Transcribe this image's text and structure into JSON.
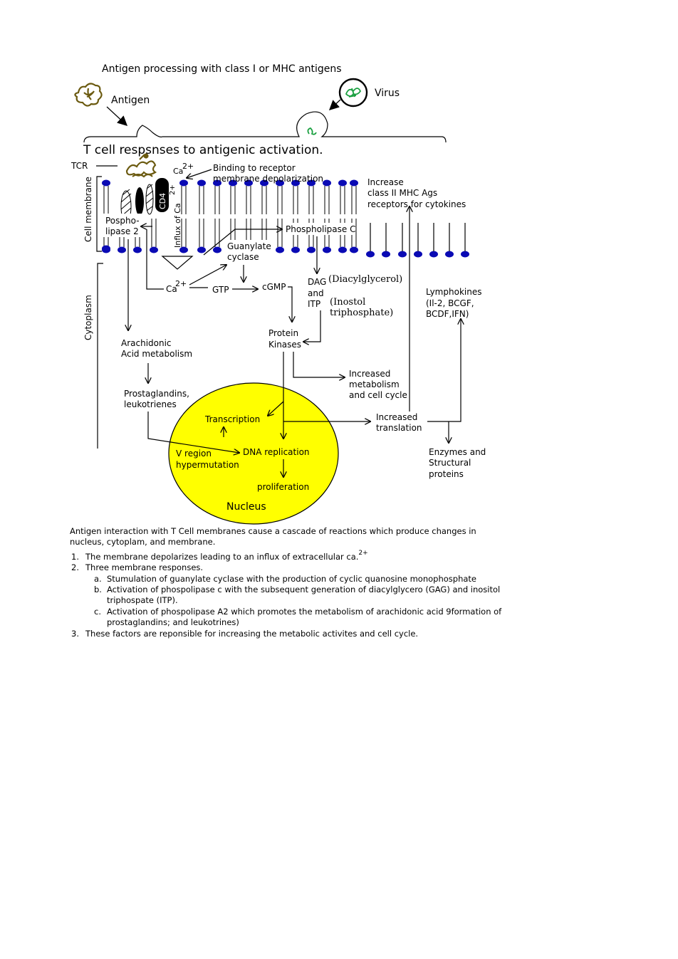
{
  "title": "Antigen processing with class I or MHC antigens",
  "antigen_label": "Antigen",
  "virus_label": "Virus",
  "subtitle": "T cell respsnses to antigenic activation.",
  "tcr_label": "TCR",
  "ca_label": "Ca",
  "superscript_2plus": "2+",
  "cd4_label": "CD4",
  "influx_label": "Influx of Ca",
  "binding_label": [
    "Binding to receptor",
    "membrane depolarization"
  ],
  "increase_label": [
    "Increase",
    "class II MHC Ags",
    "receptors for cytokines"
  ],
  "cell_membrane_label": "Cell membrane",
  "phospholipase2_label": [
    "Pospho-",
    "lipase 2"
  ],
  "phospholipaseC_label": "Phospholipase C",
  "guanylate_label": [
    "Guanylate",
    "cyclase"
  ],
  "ca2_label": "Ca",
  "gtp_label": "GTP",
  "cgmp_label": "cGMP",
  "dag_label": [
    "DAG",
    "and",
    "ITP"
  ],
  "diacylglycerol_label": "(Diacylglycerol)",
  "inostol_label": [
    "(Inostol",
    "triphosphate)"
  ],
  "lymphokines_label": [
    "Lymphokines",
    "(Il-2, BCGF,",
    "BCDF,IFN)"
  ],
  "cytoplasm_label": "Cytoplasm",
  "arachidonic_label": [
    "Arachidonic",
    "Acid metabolism"
  ],
  "protein_kinases_label": [
    "Protein",
    "Kinases"
  ],
  "increased_metabolism_label": [
    "Increased",
    "metabolism",
    "and cell cycle"
  ],
  "prostaglandins_label": [
    "Prostaglandins,",
    "leukotrienes"
  ],
  "transcription_label": "Transcription",
  "increased_translation_label": [
    "Increased",
    "translation"
  ],
  "v_region_label": [
    "V region",
    "hypermutation"
  ],
  "dna_replication_label": "DNA replication",
  "enzymes_label": [
    "Enzymes and",
    "Structural",
    "proteins"
  ],
  "proliferation_label": "proliferation",
  "nucleus_label": "Nucleus",
  "colors": {
    "nucleus": "#ffff00",
    "lipid_head": "#0a0ab4",
    "antigen": "#6b5a10",
    "virus_green": "#1aa040"
  },
  "caption": {
    "intro": "Antigen interaction with T Cell membranes cause a cascade of reactions which produce changes in nucleus, cytoplam, and membrane.",
    "item1_num": "1.",
    "item1": "The membrane depolarizes leading to an influx of extracellular ca.",
    "item1_sup": "2+",
    "item2_num": "2.",
    "item2": "Three membrane responses.",
    "a_letter": "a.",
    "a": "Stumulation of guanylate cyclase with the production of cyclic quanosine monophosphate",
    "b_letter": "b.",
    "b": "Activation of phospolipase c with the subsequent generation of diacylglycero (GAG) and inositol triphospate (ITP).",
    "c_letter": "c.",
    "c": "Activation of phospolipase A2 which promotes the metabolism of arachidonic acid 9formation of prostaglandins; and leukotrines)",
    "item3_num": "3.",
    "item3": "These factors are reponsible for increasing the metabolic activites and cell cycle."
  }
}
